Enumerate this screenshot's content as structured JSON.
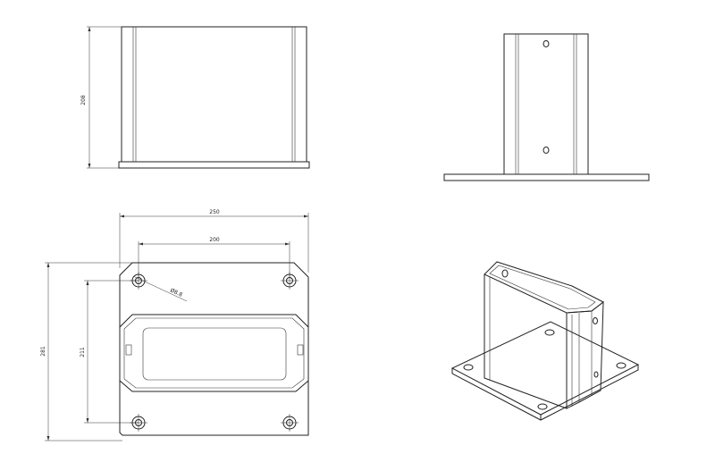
{
  "drawing": {
    "front_view": {
      "height_dim": "208"
    },
    "top_view": {
      "plate_width_dim": "250",
      "hole_spacing_dim": "200",
      "plate_height_dim": "281",
      "hole_vertical_dim": "211",
      "hole_diameter_dim": "Ø8.8"
    }
  }
}
